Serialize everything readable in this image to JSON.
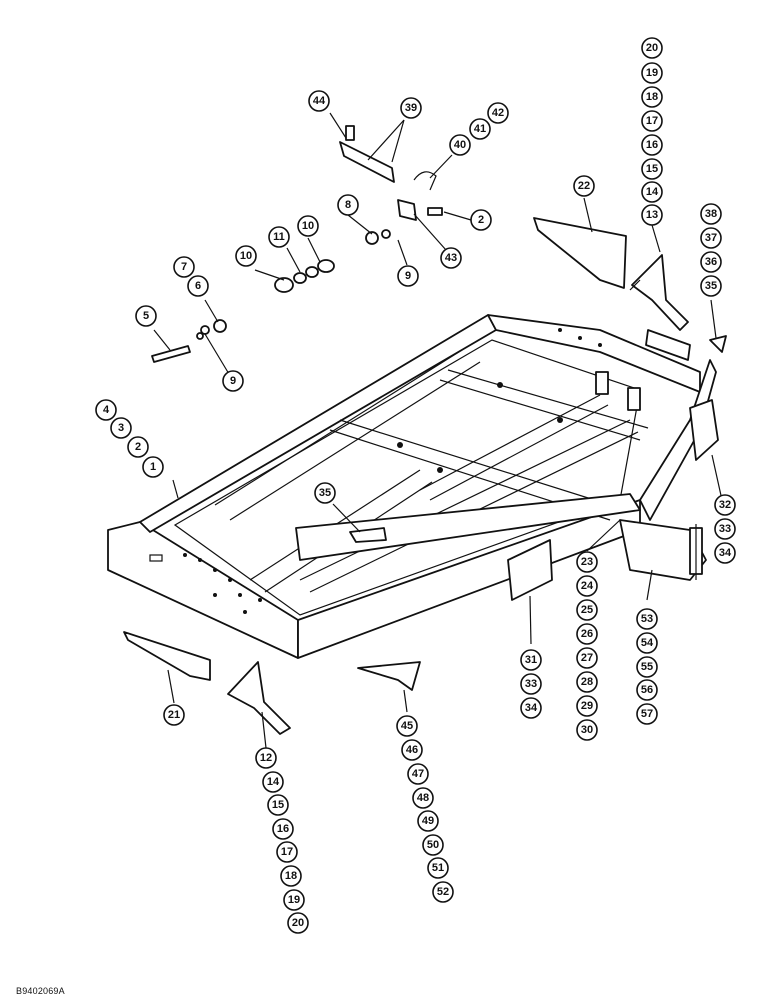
{
  "drawing_code": "B9402069A",
  "callouts": {
    "c44": "44",
    "c39": "39",
    "c42": "42",
    "c41": "41",
    "c40": "40",
    "c8": "8",
    "c2a": "2",
    "c43": "43",
    "c9a": "9",
    "c10a": "10",
    "c11": "11",
    "c10b": "10",
    "c7": "7",
    "c6": "6",
    "c5": "5",
    "c9b": "9",
    "c4": "4",
    "c3": "3",
    "c2b": "2",
    "c1": "1",
    "c22": "22",
    "c20a": "20",
    "c19a": "19",
    "c18a": "18",
    "c17a": "17",
    "c16a": "16",
    "c15a": "15",
    "c14a": "14",
    "c13": "13",
    "c38": "38",
    "c37": "37",
    "c36": "36",
    "c35a": "35",
    "c35b": "35",
    "c32": "32",
    "c33a": "33",
    "c34a": "34",
    "c23": "23",
    "c24": "24",
    "c25": "25",
    "c26": "26",
    "c27": "27",
    "c28": "28",
    "c29": "29",
    "c30": "30",
    "c53": "53",
    "c54": "54",
    "c55": "55",
    "c56": "56",
    "c57": "57",
    "c31": "31",
    "c33b": "33",
    "c34b": "34",
    "c21": "21",
    "c12": "12",
    "c14b": "14",
    "c15b": "15",
    "c16b": "16",
    "c17b": "17",
    "c18b": "18",
    "c19b": "19",
    "c20b": "20",
    "c45": "45",
    "c46": "46",
    "c47": "47",
    "c48": "48",
    "c49": "49",
    "c50": "50",
    "c51": "51",
    "c52": "52"
  }
}
